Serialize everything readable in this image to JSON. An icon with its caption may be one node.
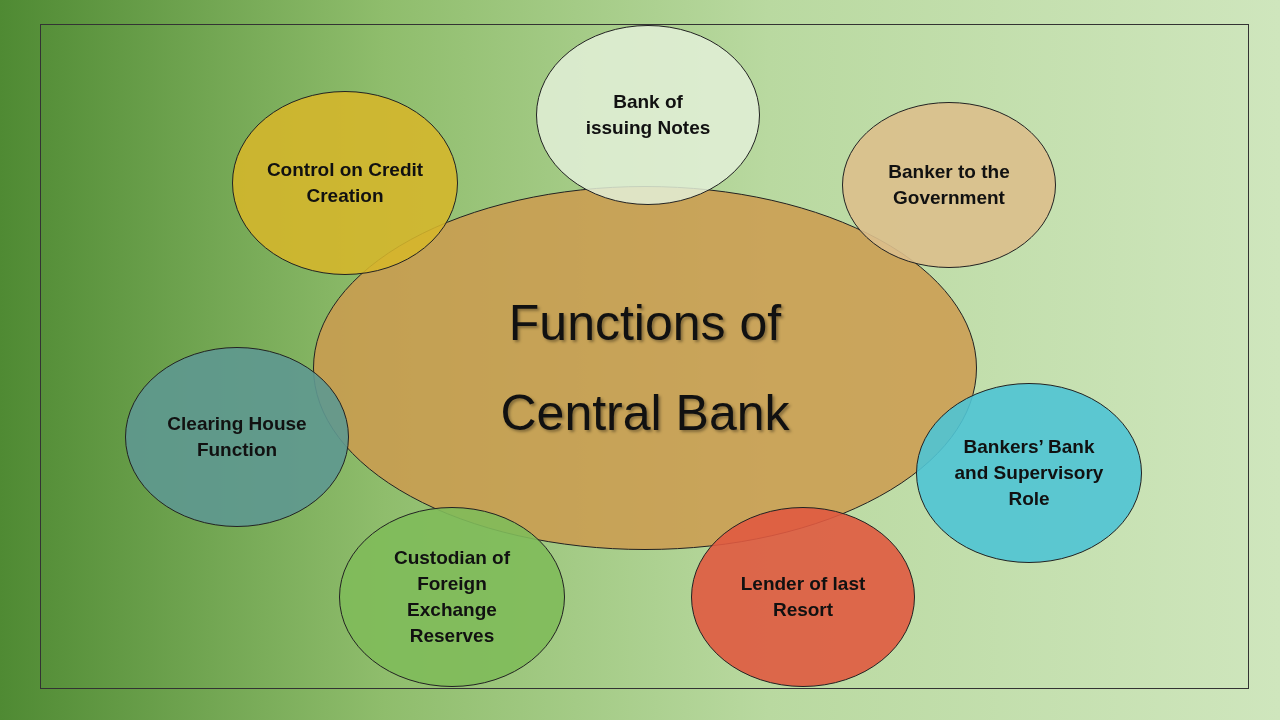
{
  "diagram": {
    "nodes": [
      {
        "text": [
          "Bank of issuing Notes"
        ]
      },
      {
        "text": [
          "Control on Credit Creation"
        ]
      },
      {
        "text": [
          "Banker to the Government"
        ]
      },
      {
        "text": [
          "Functions of Central Bank"
        ]
      },
      {
        "text": [
          "Clearing House Function"
        ]
      },
      {
        "text": [
          "Bankers’ Bank and Supervisory Role"
        ]
      },
      {
        "text": [
          "Custodian of Foreign Exchange Reserves"
        ]
      },
      {
        "text": [
          "Lender of last Resort"
        ]
      }
    ]
  }
}
